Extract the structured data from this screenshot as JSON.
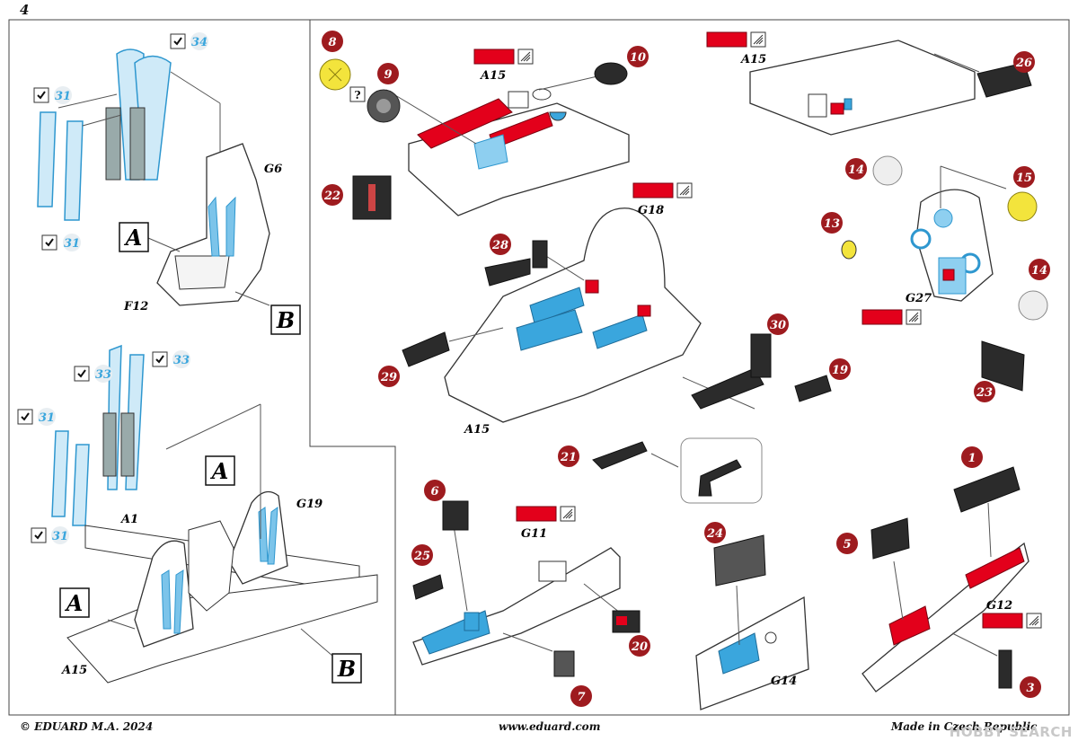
{
  "page_number": "4",
  "footer": {
    "left": "© EDUARD  M.A. 2024",
    "center": "www.eduard.com",
    "right": "Made in Czech Republic"
  },
  "watermark": "HOBBY SEARCH",
  "colors": {
    "red_part": "#e3001b",
    "badge": "#9e1b1f",
    "belt": "#3aa6dd",
    "belt_text": "#3aa6dd",
    "yellow": "#f3e43c",
    "panel_dark": "#2b2b2b"
  },
  "view_labels": {
    "A": "A",
    "B": "B"
  },
  "part_labels": {
    "G6": "G6",
    "F12": "F12",
    "A1": "A1",
    "G19": "G19",
    "A15": "A15",
    "G18": "G18",
    "G27": "G27",
    "G11": "G11",
    "G14": "G14",
    "G12": "G12"
  },
  "belt_numbers": {
    "b34": "34",
    "b31a": "31",
    "b31b": "31",
    "b33a": "33",
    "b33b": "33",
    "b31c": "31",
    "b31d": "31"
  },
  "question_mark": "?",
  "step_numbers": {
    "n1": "1",
    "n3": "3",
    "n5": "5",
    "n6": "6",
    "n7": "7",
    "n8": "8",
    "n9": "9",
    "n10": "10",
    "n13": "13",
    "n14a": "14",
    "n14b": "14",
    "n15": "15",
    "n19": "19",
    "n20": "20",
    "n21": "21",
    "n22": "22",
    "n23": "23",
    "n24": "24",
    "n25": "25",
    "n26": "26",
    "n28": "28",
    "n29": "29",
    "n30": "30"
  }
}
